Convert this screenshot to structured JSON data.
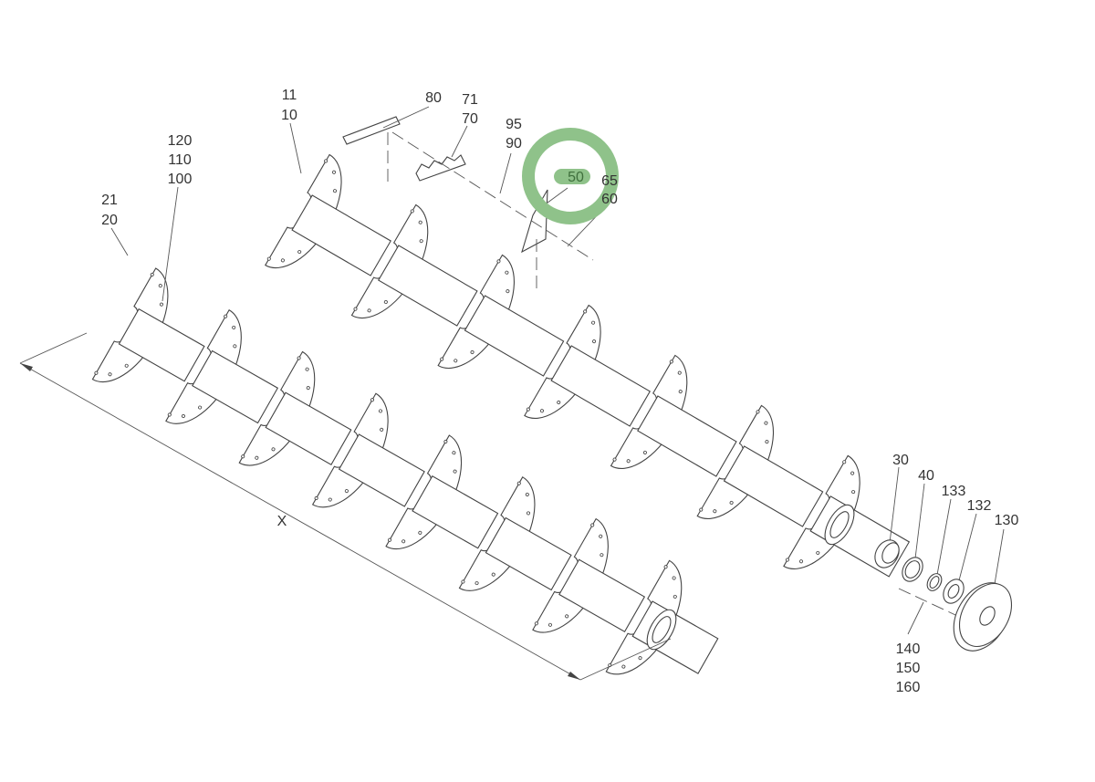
{
  "diagram": {
    "callouts": {
      "c11": "11",
      "c10": "10",
      "c80": "80",
      "c71": "71",
      "c70": "70",
      "c95": "95",
      "c90": "90",
      "c50": "50",
      "c65": "65",
      "c60": "60",
      "c120": "120",
      "c110": "110",
      "c100": "100",
      "c21": "21",
      "c20": "20",
      "dimension_x": "X",
      "c30": "30",
      "c40": "40",
      "c133": "133",
      "c132": "132",
      "c130": "130",
      "c140": "140",
      "c150": "150",
      "c160": "160"
    },
    "highlighted_part": "50",
    "colors": {
      "highlight": "#8fc28a",
      "highlight_text": "#3f6f3c",
      "line": "#444444"
    }
  }
}
